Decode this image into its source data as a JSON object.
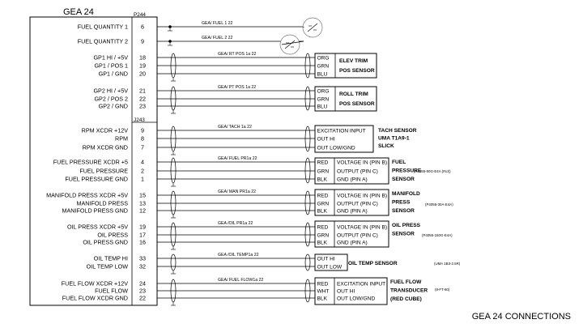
{
  "title": "GEA 24",
  "footer": "GEA 24 CONNECTIONS",
  "connectors": {
    "p244": "P244",
    "j243": "J243"
  },
  "groups": [
    {
      "id": "fuel-qty",
      "pins": [
        {
          "label": "FUEL QUANTITY 1",
          "num": "6"
        },
        {
          "label": "FUEL QUANTITY 2",
          "num": "9"
        }
      ],
      "wire_labels": [
        "GEA/ FUEL 1 22",
        "GEA/ FUEL 2 22"
      ],
      "device": {
        "kind": "fuel-senders"
      }
    },
    {
      "id": "elev-trim",
      "pins": [
        {
          "label": "GP1 HI / +5V",
          "num": "18"
        },
        {
          "label": "GP1 / POS 1",
          "num": "19"
        },
        {
          "label": "GP1 / GND",
          "num": "20"
        }
      ],
      "wire_labels": [
        "GEA/ RT POS 1a 22"
      ],
      "colors": [
        "ORG",
        "GRN",
        "BLU"
      ],
      "device": {
        "kind": "box",
        "title_lines": [
          "ELEV TRIM",
          "POS SENSOR"
        ]
      }
    },
    {
      "id": "roll-trim",
      "pins": [
        {
          "label": "GP2 HI / +5V",
          "num": "21"
        },
        {
          "label": "GP2 / POS 2",
          "num": "22"
        },
        {
          "label": "GP2 / GND",
          "num": "23"
        }
      ],
      "wire_labels": [
        "GEA/ PT POS 1a 22"
      ],
      "colors": [
        "ORG",
        "GRN",
        "BLU"
      ],
      "device": {
        "kind": "box",
        "title_lines": [
          "ROLL TRIM",
          "POS SENSOR"
        ]
      }
    },
    {
      "id": "tach",
      "pins": [
        {
          "label": "RPM XCDR +12V",
          "num": "9"
        },
        {
          "label": "RPM",
          "num": "8"
        },
        {
          "label": "RPM XCDR GND",
          "num": "7"
        }
      ],
      "wire_labels": [
        "GEA/ TACH 1a 22"
      ],
      "device": {
        "kind": "signal",
        "signals": [
          "EXCITATION INPUT",
          "OUT HI",
          "OUT LOW/GND"
        ],
        "side_lines": [
          "TACH SENSOR",
          "UMA T1A9-1",
          "SLICK"
        ]
      }
    },
    {
      "id": "fuel-press",
      "pins": [
        {
          "label": "FUEL PRESSURE XCDR +5",
          "num": "4"
        },
        {
          "label": "FUEL PRESSURE",
          "num": "2"
        },
        {
          "label": "FUEL PRESSURE GND",
          "num": "1"
        }
      ],
      "wire_labels": [
        "GEA/ FUEL PR1a 22"
      ],
      "colors": [
        "RED",
        "GRN",
        "BLK"
      ],
      "device": {
        "kind": "signal",
        "signals": [
          "VOLTAGE IN (PIN B)",
          "OUTPUT (PIN C)",
          "GND (PIN A)"
        ],
        "side_lines": [
          "FUEL",
          "PRESSURE",
          "SENSOR"
        ],
        "part": "(P4055-50G-E4A (INJ))"
      }
    },
    {
      "id": "manifold-press",
      "pins": [
        {
          "label": "MANIFOLD PRESS XCDR +5V",
          "num": "15"
        },
        {
          "label": "MANIFOLD PRESS",
          "num": "13"
        },
        {
          "label": "MANIFOLD PRESS GND",
          "num": "12"
        }
      ],
      "wire_labels": [
        "GEA/ MAN PR1a 22"
      ],
      "colors": [
        "RED",
        "GRN",
        "BLK"
      ],
      "device": {
        "kind": "signal",
        "signals": [
          "VOLTAGE IN (PIN B)",
          "OUTPUT (PIN C)",
          "GND (PIN A)"
        ],
        "side_lines": [
          "MANIFOLD",
          "PRESS",
          "SENSOR"
        ],
        "part": "(P4055-30A-E4A)"
      }
    },
    {
      "id": "oil-press",
      "pins": [
        {
          "label": "OIL PRESS XCDR +5V",
          "num": "19"
        },
        {
          "label": "OIL PRESS",
          "num": "17"
        },
        {
          "label": "OIL PRESS GND",
          "num": "16"
        }
      ],
      "wire_labels": [
        "GEA /OIL PR1a 22"
      ],
      "colors": [
        "RED",
        "GRN",
        "BLK"
      ],
      "device": {
        "kind": "signal",
        "signals": [
          "VOLTAGE IN (PIN B)",
          "OUTPUT (PIN C)",
          "GND (PIN A)"
        ],
        "side_lines": [
          "OIL PRESS",
          "SENSOR"
        ],
        "part": "(P4055-150G-E4A)"
      }
    },
    {
      "id": "oil-temp",
      "pins": [
        {
          "label": "OIL TEMP HI",
          "num": "33"
        },
        {
          "label": "OIL TEMP LOW",
          "num": "32"
        }
      ],
      "wire_labels": [
        "GEA /OIL TEMP1a 22"
      ],
      "device": {
        "kind": "signal",
        "signals": [
          "OUT HI",
          "OUT LOW"
        ],
        "side_lines": [
          "OIL TEMP SENSOR"
        ],
        "part": "(UMA 1B3-2.5R)"
      }
    },
    {
      "id": "fuel-flow",
      "pins": [
        {
          "label": "FUEL FLOW XCDR +12V",
          "num": "24"
        },
        {
          "label": "FUEL FLOW",
          "num": "23"
        },
        {
          "label": "FUEL FLOW XCDR GND",
          "num": "22"
        }
      ],
      "wire_labels": [
        "GEA/ FUEL FLOW1a 22"
      ],
      "colors": [
        "RED",
        "WHT",
        "BLK"
      ],
      "device": {
        "kind": "signal",
        "signals": [
          "EXCITATION INPUT",
          "OUT HI",
          "OUT LOW/GND"
        ],
        "side_lines": [
          "FUEL FLOW",
          "TRANSDUCER",
          "(RED CUBE)"
        ],
        "part": "(8-FT-60)"
      }
    }
  ]
}
